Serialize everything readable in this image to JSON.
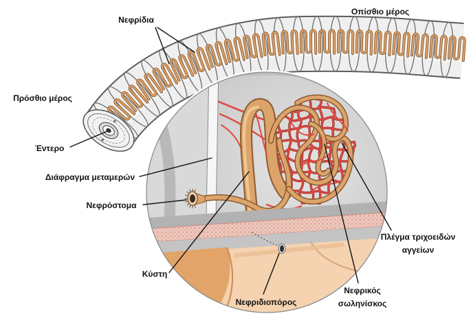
{
  "labels": {
    "nephridia": "Νεφρίδια",
    "posterior": "Οπίσθιο μέρος",
    "anterior": "Πρόσθιο μέρος",
    "intestine": "Έντερο",
    "septum": "Διάφραγμα μεταμερών",
    "nephrostome": "Νεφρόστομα",
    "bladder": "Κύστη",
    "nephridiopore": "Νεφριδιοπόρος",
    "tubule": [
      "Νεφρικός",
      "σωληνίσκος"
    ],
    "capillary_network": [
      "Πλέγμα τριχοειδών",
      "αγγείων"
    ]
  },
  "colors": {
    "tubule": "#dca46b",
    "tubule_outline": "#8b5a30",
    "tubule_highlight": "#f3cf9c",
    "capillary": "#de4b42",
    "capillary_outline": "#9e2a24",
    "worm_body": "#efefef",
    "worm_outline": "#5c5c5c",
    "septum": "#f6f6f6",
    "body_tissue": "#f5d2b0",
    "body_tissue_dark": "#e2a468"
  }
}
